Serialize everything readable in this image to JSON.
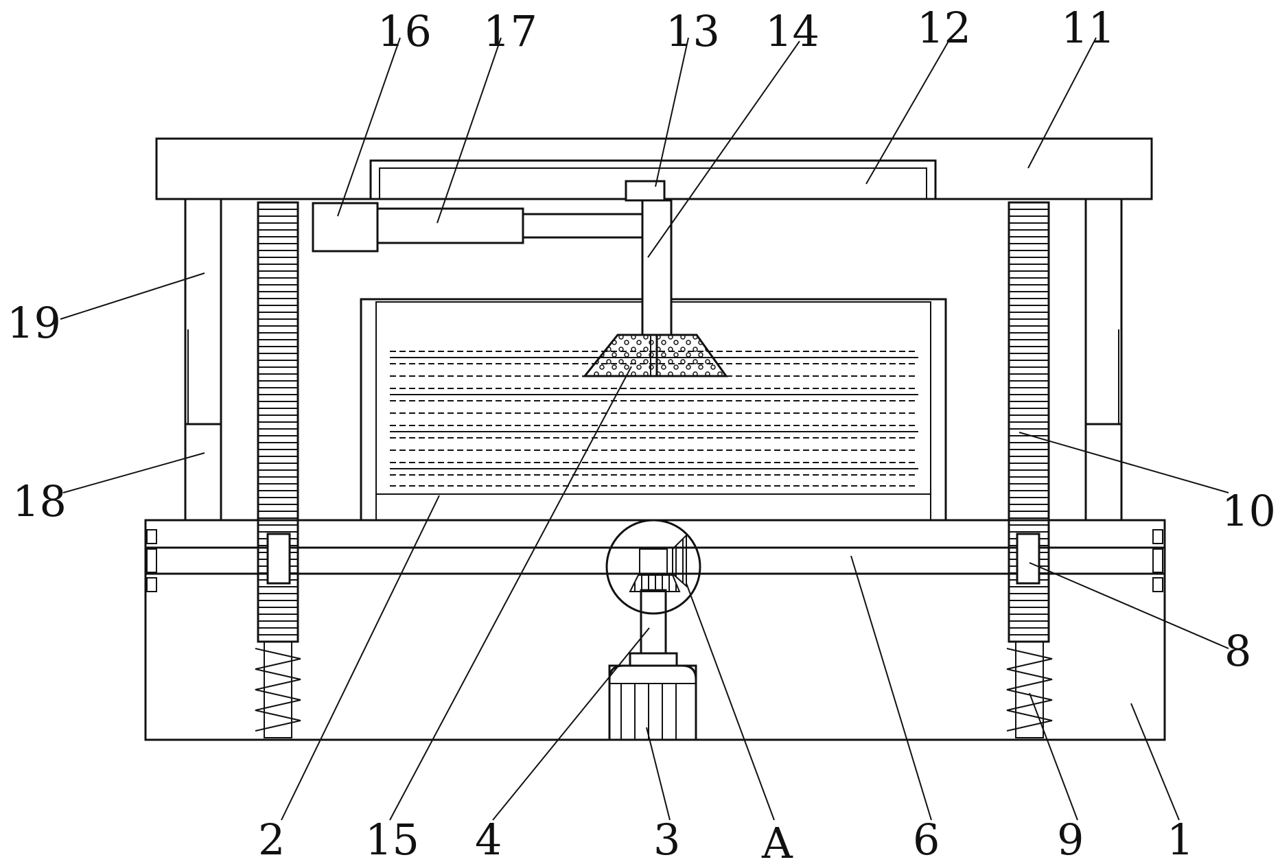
{
  "labels": {
    "l1": "1",
    "l2": "2",
    "l3": "3",
    "l4": "4",
    "lA": "A",
    "l6": "6",
    "l8": "8",
    "l9": "9",
    "l10": "10",
    "l11": "11",
    "l12": "12",
    "l13": "13",
    "l14": "14",
    "l15": "15",
    "l16": "16",
    "l17": "17",
    "l18": "18",
    "l19": "19"
  }
}
